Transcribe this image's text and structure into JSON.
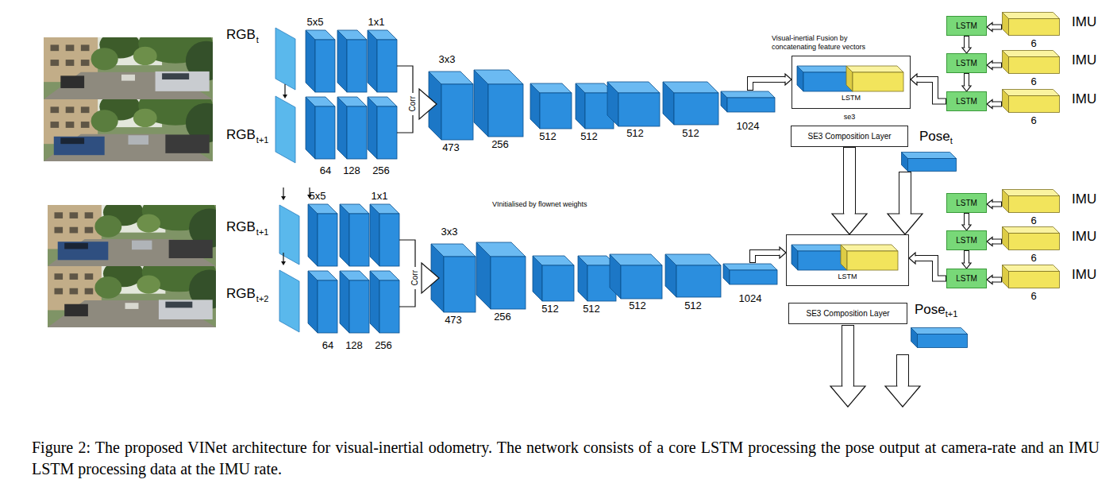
{
  "diagram": {
    "caption": "Figure 2: The proposed VINet architecture for visual-inertial odometry. The network consists of a core LSTM processing the pose output at camera-rate and an IMU LSTM processing data at the IMU rate.",
    "nodes": [
      {
        "text": [
          "Visual-inertial Fusion by concatenating feature vectors",
          "LSTM"
        ]
      },
      {
        "text": [
          "SE3 Composition Layer"
        ]
      },
      {
        "text": [
          "Pose",
          "t"
        ]
      },
      {
        "text": [
          "LSTM"
        ]
      },
      {
        "text": [
          "LSTM"
        ]
      },
      {
        "text": [
          "LSTM"
        ]
      },
      {
        "text": [
          "IMU",
          "6"
        ]
      },
      {
        "text": [
          "IMU",
          "6"
        ]
      },
      {
        "text": [
          "IMU",
          "6"
        ]
      },
      {
        "text": [
          "LSTM"
        ]
      },
      {
        "text": [
          "SE3 Composition Layer"
        ]
      },
      {
        "text": [
          "Pose",
          "t+1"
        ]
      },
      {
        "text": [
          "LSTM"
        ]
      },
      {
        "text": [
          "LSTM"
        ]
      },
      {
        "text": [
          "LSTM"
        ]
      },
      {
        "text": [
          "IMU",
          "6"
        ]
      },
      {
        "text": [
          "IMU",
          "6"
        ]
      },
      {
        "text": [
          "IMU",
          "6"
        ]
      }
    ],
    "edges": [
      {
        "from": 6,
        "to": 3,
        "arrow": "to"
      },
      {
        "from": 7,
        "to": 4,
        "arrow": "to"
      },
      {
        "from": 8,
        "to": 5,
        "arrow": "to"
      },
      {
        "from": 3,
        "to": 4,
        "arrow": "to"
      },
      {
        "from": 4,
        "to": 5,
        "arrow": "to"
      },
      {
        "from": 5,
        "to": 0,
        "arrow": "to"
      },
      {
        "from": 1,
        "to": 9,
        "arrow": "to"
      },
      {
        "from": 2,
        "to": 9,
        "arrow": "to"
      },
      {
        "from": 15,
        "to": 12,
        "arrow": "to"
      },
      {
        "from": 16,
        "to": 13,
        "arrow": "to"
      },
      {
        "from": 17,
        "to": 14,
        "arrow": "to"
      },
      {
        "from": 12,
        "to": 13,
        "arrow": "to"
      },
      {
        "from": 13,
        "to": 14,
        "arrow": "to"
      },
      {
        "from": 14,
        "to": 9,
        "arrow": "to"
      }
    ],
    "labels": [
      "RGB",
      "t",
      "RGB",
      "t+1",
      "5x5",
      "1x1",
      "Corr",
      "3x3",
      "64",
      "128",
      "256",
      "473",
      "256",
      "512",
      "512",
      "512",
      "512",
      "1024",
      "se3",
      "VInitialised by flownet weights",
      "RGB",
      "t+1",
      "RGB",
      "t+2",
      "5x5",
      "1x1",
      "Corr",
      "3x3",
      "64",
      "128",
      "256",
      "473",
      "256",
      "512",
      "512",
      "512",
      "512",
      "1024"
    ]
  }
}
